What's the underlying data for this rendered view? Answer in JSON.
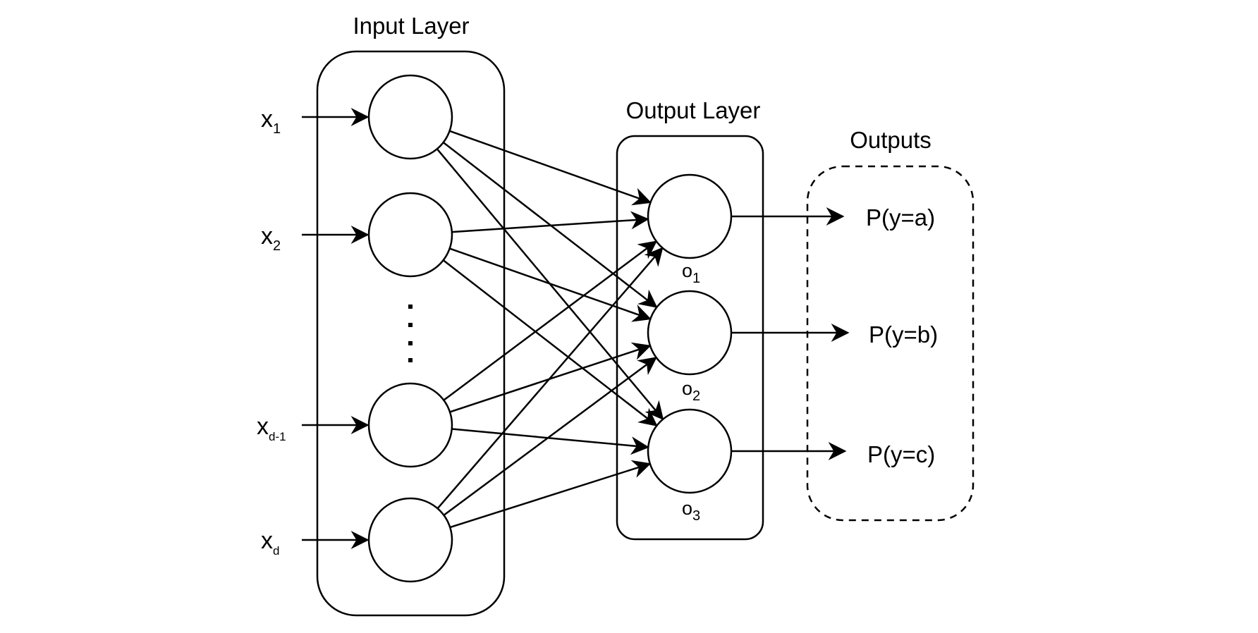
{
  "layers": {
    "input_title": "Input Layer",
    "output_title": "Output Layer",
    "outputs_title": "Outputs"
  },
  "inputs": [
    {
      "base": "x",
      "sub": "1"
    },
    {
      "base": "x",
      "sub": "2"
    },
    {
      "base": "x",
      "sub": "d-1"
    },
    {
      "base": "x",
      "sub": "d"
    }
  ],
  "output_nodes": [
    {
      "base": "o",
      "sub": "1"
    },
    {
      "base": "o",
      "sub": "2"
    },
    {
      "base": "o",
      "sub": "3"
    }
  ],
  "probabilities": [
    "P(y=a)",
    "P(y=b)",
    "P(y=c)"
  ],
  "colors": {
    "stroke": "#000000",
    "background": "#ffffff"
  }
}
